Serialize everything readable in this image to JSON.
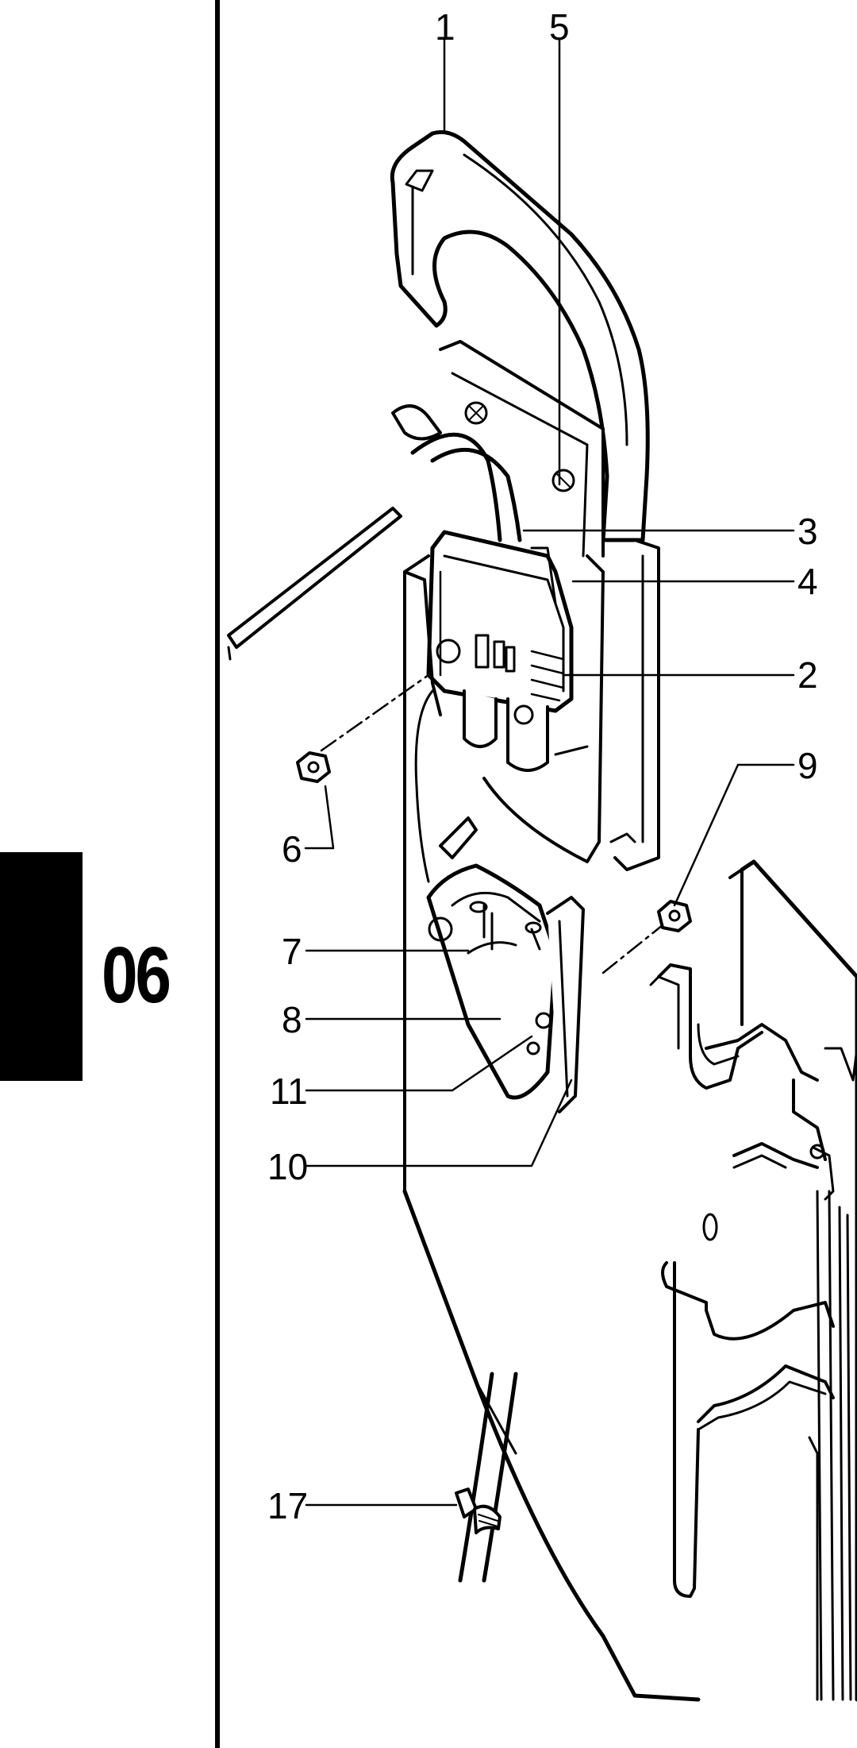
{
  "chapter_tab": {
    "number": "06"
  },
  "callouts": [
    "1",
    "5",
    "3",
    "4",
    "2",
    "9",
    "6",
    "7",
    "8",
    "11",
    "10",
    "17"
  ]
}
